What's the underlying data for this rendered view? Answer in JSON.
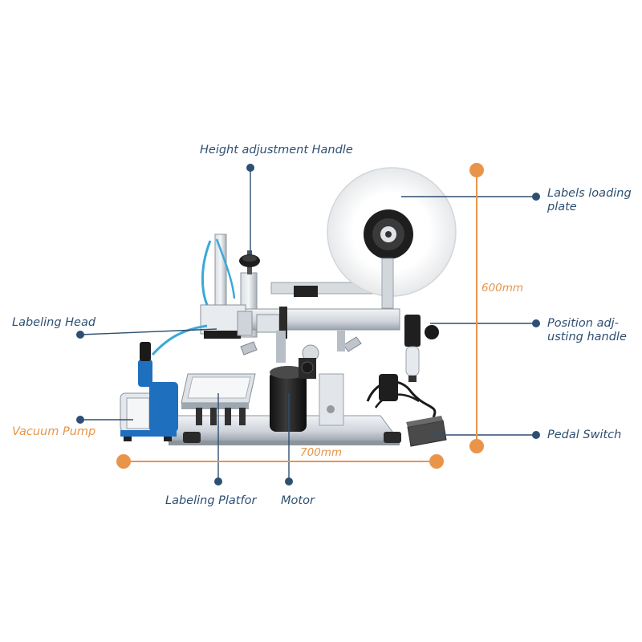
{
  "callouts": {
    "height_adjustment_handle": "Height adjustment Handle",
    "labels_loading_plate": [
      "Labels loading",
      "plate"
    ],
    "labeling_head": "Labeling Head",
    "position_adjusting_handle": [
      "Position adj-",
      "usting handle"
    ],
    "vacuum_pump": "Vacuum Pump",
    "pedal_switch": "Pedal Switch",
    "labeling_platform": "Labeling Platfor",
    "motor": "Motor"
  },
  "dimensions": {
    "height": "600mm",
    "width": "700mm"
  },
  "colors": {
    "callout_text": "#2e4f72",
    "callout_line": "#2e4f72",
    "dimension": "#e8954a",
    "machine_steel": "#c9cfd6",
    "machine_dark": "#1c1c1c",
    "vacuum_blue": "#1f6fbf"
  }
}
